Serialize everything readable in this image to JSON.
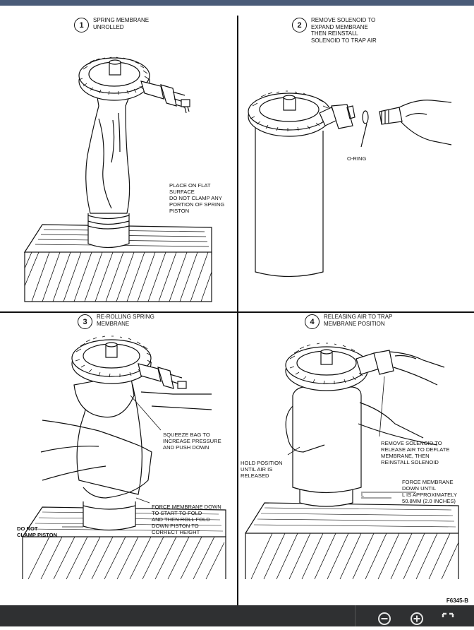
{
  "panels": [
    {
      "number": "1",
      "caption_line1": "SPRING MEMBRANE",
      "caption_line2": "UNROLLED"
    },
    {
      "number": "2",
      "caption_line1": "REMOVE SOLENOID TO",
      "caption_line2": "EXPAND MEMBRANE",
      "caption_line3": "THEN REINSTALL",
      "caption_line4": "SOLENOID TO TRAP AIR"
    },
    {
      "number": "3",
      "caption_line1": "RE-ROLLING SPRING",
      "caption_line2": "MEMBRANE"
    },
    {
      "number": "4",
      "caption_line1": "RELEASING AIR TO TRAP",
      "caption_line2": "MEMBRANE POSITION"
    }
  ],
  "callouts": {
    "place_flat_1": "PLACE ON FLAT",
    "place_flat_2": "SURFACE",
    "do_not_clamp_1": "DO NOT CLAMP ANY",
    "do_not_clamp_2": "PORTION OF SPRING",
    "do_not_clamp_3": "PISTON",
    "o_ring": "O-RING",
    "squeeze_1": "SQUEEZE BAG TO",
    "squeeze_2": "INCREASE PRESSURE",
    "squeeze_3": "AND PUSH DOWN",
    "force_down_1": "FORCE MEMBRANE DOWN",
    "force_down_2": "TO START TO FOLD",
    "force_down_3": "AND THEN ROLL FOLD",
    "force_down_4": "DOWN PISTON TO",
    "force_down_5": "CORRECT HEIGHT",
    "no_clamp_piston_1": "DO NOT",
    "no_clamp_piston_2": "CLAMP PISTON",
    "hold_1": "HOLD POSITION",
    "hold_2": "UNTIL AIR IS",
    "hold_3": "RELEASED",
    "remove_solenoid_1": "REMOVE SOLENOID TO",
    "remove_solenoid_2": "RELEASE AIR TO DEFLATE",
    "remove_solenoid_3": "MEMBRANE, THEN",
    "remove_solenoid_4": "REINSTALL SOLENOID",
    "force_until_1": "FORCE MEMBRANE",
    "force_until_2": "DOWN UNTIL",
    "force_until_3": "L IS APPROXIMATELY",
    "force_until_4": "50.8mm (2.0 INCHES)",
    "l_marker": "L"
  },
  "figure_code": "F6345-B",
  "toolbar": {
    "zoom_out_icon": "zoom-out-icon",
    "zoom_in_icon": "zoom-in-icon",
    "fit_icon": "fit-screen-icon"
  }
}
